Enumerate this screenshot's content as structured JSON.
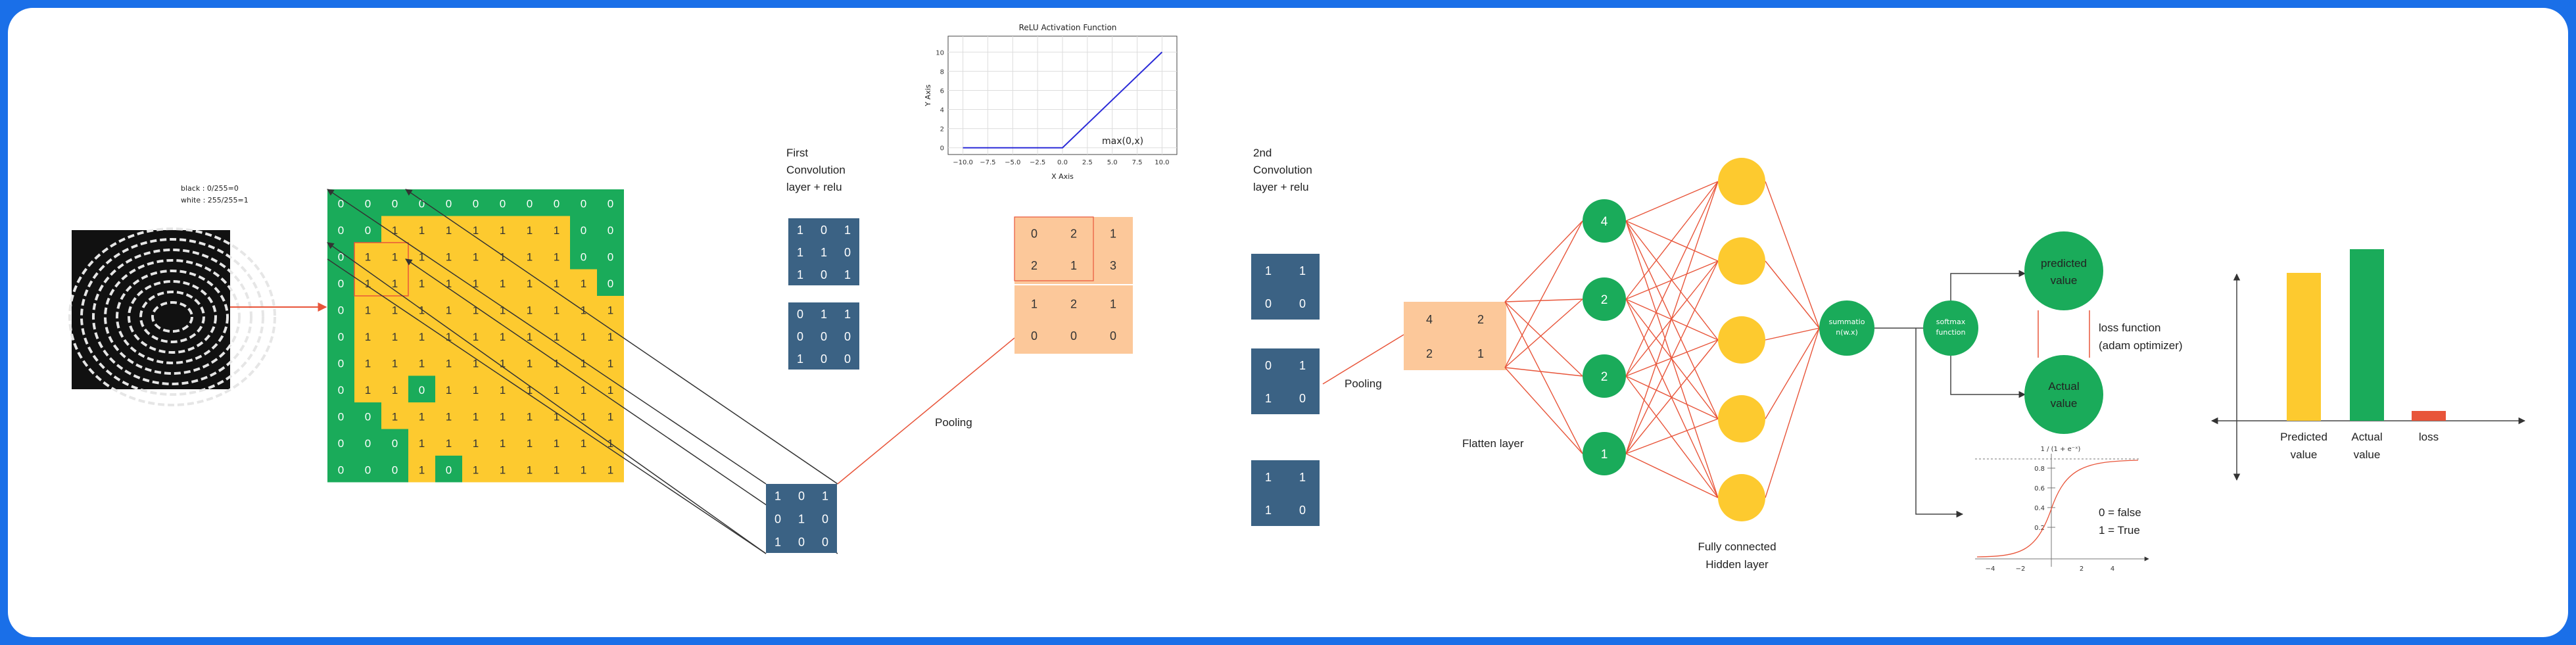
{
  "colors": {
    "frame_border": "#1a6fe8",
    "grid_green": "#1aab5a",
    "grid_yellow": "#fdca2f",
    "kernel_blue": "#3b6284",
    "pool_peach": "#fcc89a",
    "neuron_green": "#1aab5a",
    "neuron_yellow": "#fdca2f",
    "edge_red": "#e8553a",
    "bar_predicted": "#fdca2f",
    "bar_actual": "#1aab5a",
    "bar_loss": "#e8553a"
  },
  "input": {
    "note_black": "black : 0/255=0",
    "note_white": "white : 255/255=1",
    "grid": [
      [
        0,
        0,
        0,
        0,
        0,
        0,
        0,
        0,
        0,
        0,
        0
      ],
      [
        0,
        0,
        1,
        1,
        1,
        1,
        1,
        1,
        1,
        0,
        0
      ],
      [
        0,
        1,
        1,
        1,
        1,
        1,
        1,
        1,
        1,
        0,
        0
      ],
      [
        0,
        1,
        1,
        1,
        1,
        1,
        1,
        1,
        1,
        1,
        0
      ],
      [
        0,
        1,
        1,
        1,
        1,
        1,
        1,
        1,
        1,
        1,
        1
      ],
      [
        0,
        1,
        1,
        1,
        1,
        1,
        1,
        1,
        1,
        1,
        1
      ],
      [
        0,
        1,
        1,
        1,
        1,
        1,
        1,
        1,
        1,
        1,
        1
      ],
      [
        0,
        1,
        1,
        0,
        1,
        1,
        1,
        1,
        1,
        1,
        1
      ],
      [
        0,
        0,
        1,
        1,
        1,
        1,
        1,
        1,
        1,
        1,
        1
      ],
      [
        0,
        0,
        0,
        1,
        1,
        1,
        1,
        1,
        1,
        1,
        1
      ],
      [
        0,
        0,
        0,
        1,
        0,
        1,
        1,
        1,
        1,
        1,
        1
      ]
    ]
  },
  "conv1": {
    "title_lines": [
      "First",
      "Convolution",
      "layer + relu"
    ],
    "kernels": [
      [
        [
          1,
          0,
          1
        ],
        [
          1,
          1,
          0
        ],
        [
          1,
          0,
          1
        ]
      ],
      [
        [
          0,
          1,
          1
        ],
        [
          0,
          0,
          0
        ],
        [
          1,
          0,
          0
        ]
      ]
    ],
    "sliding_kernel": [
      [
        1,
        0,
        1
      ],
      [
        0,
        1,
        0
      ],
      [
        1,
        0,
        0
      ]
    ]
  },
  "relu_plot": {
    "title": "ReLU Activation Function",
    "xlabel": "X Axis",
    "ylabel": "Y Axis",
    "xticks": [
      "−10.0",
      "−7.5",
      "−5.0",
      "−2.5",
      "0.0",
      "2.5",
      "5.0",
      "7.5",
      "10.0"
    ],
    "yticks": [
      "0",
      "2",
      "4",
      "6",
      "8",
      "10"
    ],
    "annotation": "max(0,x)"
  },
  "pool1": {
    "label": "Pooling",
    "grid": [
      [
        0,
        2,
        1
      ],
      [
        2,
        1,
        3
      ],
      [
        1,
        2,
        1
      ],
      [
        0,
        0,
        0
      ]
    ]
  },
  "conv2": {
    "title_lines": [
      "2nd",
      "Convolution",
      "layer + relu"
    ],
    "kernels": [
      [
        [
          1,
          1
        ],
        [
          0,
          0
        ]
      ],
      [
        [
          0,
          1
        ],
        [
          1,
          0
        ]
      ],
      [
        [
          1,
          1
        ],
        [
          1,
          0
        ]
      ]
    ]
  },
  "pool2": {
    "label": "Pooling",
    "grid": [
      [
        4,
        2
      ],
      [
        2,
        1
      ]
    ]
  },
  "flatten": {
    "label": "Flatten layer",
    "values": [
      "4",
      "2",
      "2",
      "1"
    ]
  },
  "hidden": {
    "label_lines": [
      "Fully connected",
      "Hidden layer"
    ],
    "count": 5
  },
  "summation": {
    "lines": [
      "summatio",
      "n(w.x)"
    ]
  },
  "softmax": {
    "lines": [
      "softmax",
      "function"
    ]
  },
  "outputs": {
    "predicted": [
      "predicted",
      "value"
    ],
    "actual": [
      "Actual",
      "value"
    ],
    "loss_lines": [
      "loss function",
      "(adam optimizer)"
    ]
  },
  "sigmoid_plot": {
    "formula": "1 / (1 + e⁻ˣ)",
    "yticks": [
      "0.8",
      "0.6",
      "0.4",
      "0.2"
    ],
    "xticks": [
      "−4",
      "−2",
      "2",
      "4"
    ],
    "legend_lines": [
      "0 = false",
      "1 = True"
    ]
  },
  "loss_chart": {
    "categories": [
      [
        "Predicted",
        "value"
      ],
      [
        "Actual",
        "value"
      ],
      [
        "loss"
      ]
    ],
    "values": [
      0.75,
      0.87,
      0.05
    ]
  }
}
